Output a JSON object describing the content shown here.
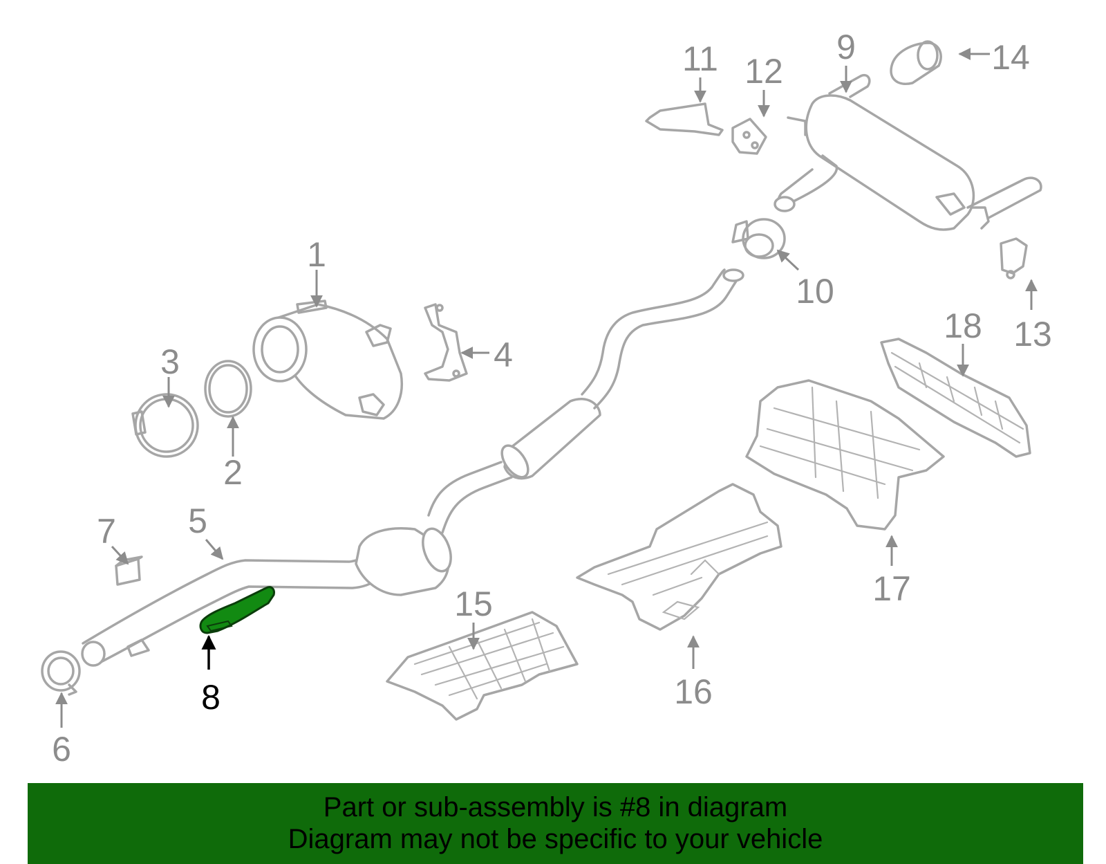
{
  "diagram": {
    "callouts": [
      "1",
      "2",
      "3",
      "4",
      "5",
      "6",
      "7",
      "8",
      "9",
      "10",
      "11",
      "12",
      "13",
      "14",
      "15",
      "16",
      "17",
      "18"
    ],
    "highlighted_part": "8",
    "colors": {
      "part_stroke": "#a6a6a6",
      "label_gray": "#8c8c8c",
      "highlight_fill": "#128a12",
      "highlight_label": "#000000",
      "caption_background": "#0f6b0a"
    }
  },
  "caption": {
    "line1": "Part or sub-assembly is #8 in diagram",
    "line2": "Diagram may not be specific to your vehicle"
  }
}
